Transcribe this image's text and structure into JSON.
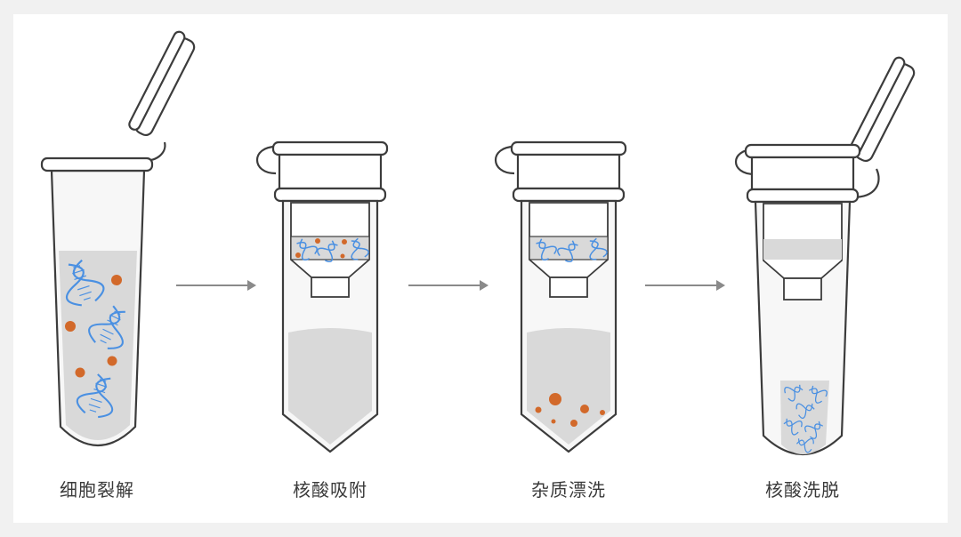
{
  "steps": [
    {
      "label": "细胞裂解"
    },
    {
      "label": "核酸吸附"
    },
    {
      "label": "杂质漂洗"
    },
    {
      "label": "核酸洗脱"
    }
  ],
  "colors": {
    "background": "#f1f1f1",
    "card": "#ffffff",
    "outline": "#3c3c3c",
    "liquid": "#d9d9d9",
    "dna": "#4a90e2",
    "debris": "#d2692a",
    "arrow": "#8a8a8a"
  }
}
